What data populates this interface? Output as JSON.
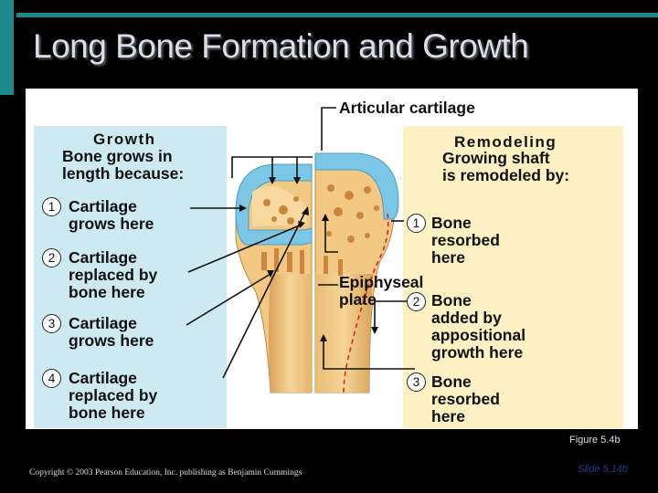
{
  "slide": {
    "title": "Long Bone Formation and Growth",
    "figure_label": "Figure 5.4b",
    "copyright": "Copyright © 2003 Pearson Education, Inc. publishing as Benjamin Cummings",
    "slide_number": "Slide 5.14b"
  },
  "diagram": {
    "articular_cartilage": "Articular cartilage",
    "epiphyseal_plate": [
      "Epiphyseal",
      "plate"
    ],
    "growth": {
      "heading": "Growth",
      "intro": [
        "Bone grows in",
        "length because:"
      ],
      "steps": [
        {
          "num": "1",
          "lines": [
            "Cartilage",
            "grows here"
          ]
        },
        {
          "num": "2",
          "lines": [
            "Cartilage",
            "replaced by",
            "bone here"
          ]
        },
        {
          "num": "3",
          "lines": [
            "Cartilage",
            "grows here"
          ]
        },
        {
          "num": "4",
          "lines": [
            "Cartilage",
            "replaced by",
            "bone here"
          ]
        }
      ]
    },
    "remodeling": {
      "heading": "Remodeling",
      "intro": [
        "Growing shaft",
        "is remodeled by:"
      ],
      "steps": [
        {
          "num": "1",
          "lines": [
            "Bone",
            "resorbed",
            "here"
          ]
        },
        {
          "num": "2",
          "lines": [
            "Bone",
            "added by",
            "appositional",
            "growth here"
          ]
        },
        {
          "num": "3",
          "lines": [
            "Bone",
            "resorbed",
            "here"
          ]
        }
      ]
    }
  },
  "colors": {
    "background": "#000000",
    "accent": "#1a8a8a",
    "growth_panel": "#cde9f1",
    "remodel_panel": "#fdf0c2",
    "cartilage": "#7cc7e6",
    "bone": "#f1c47d"
  }
}
